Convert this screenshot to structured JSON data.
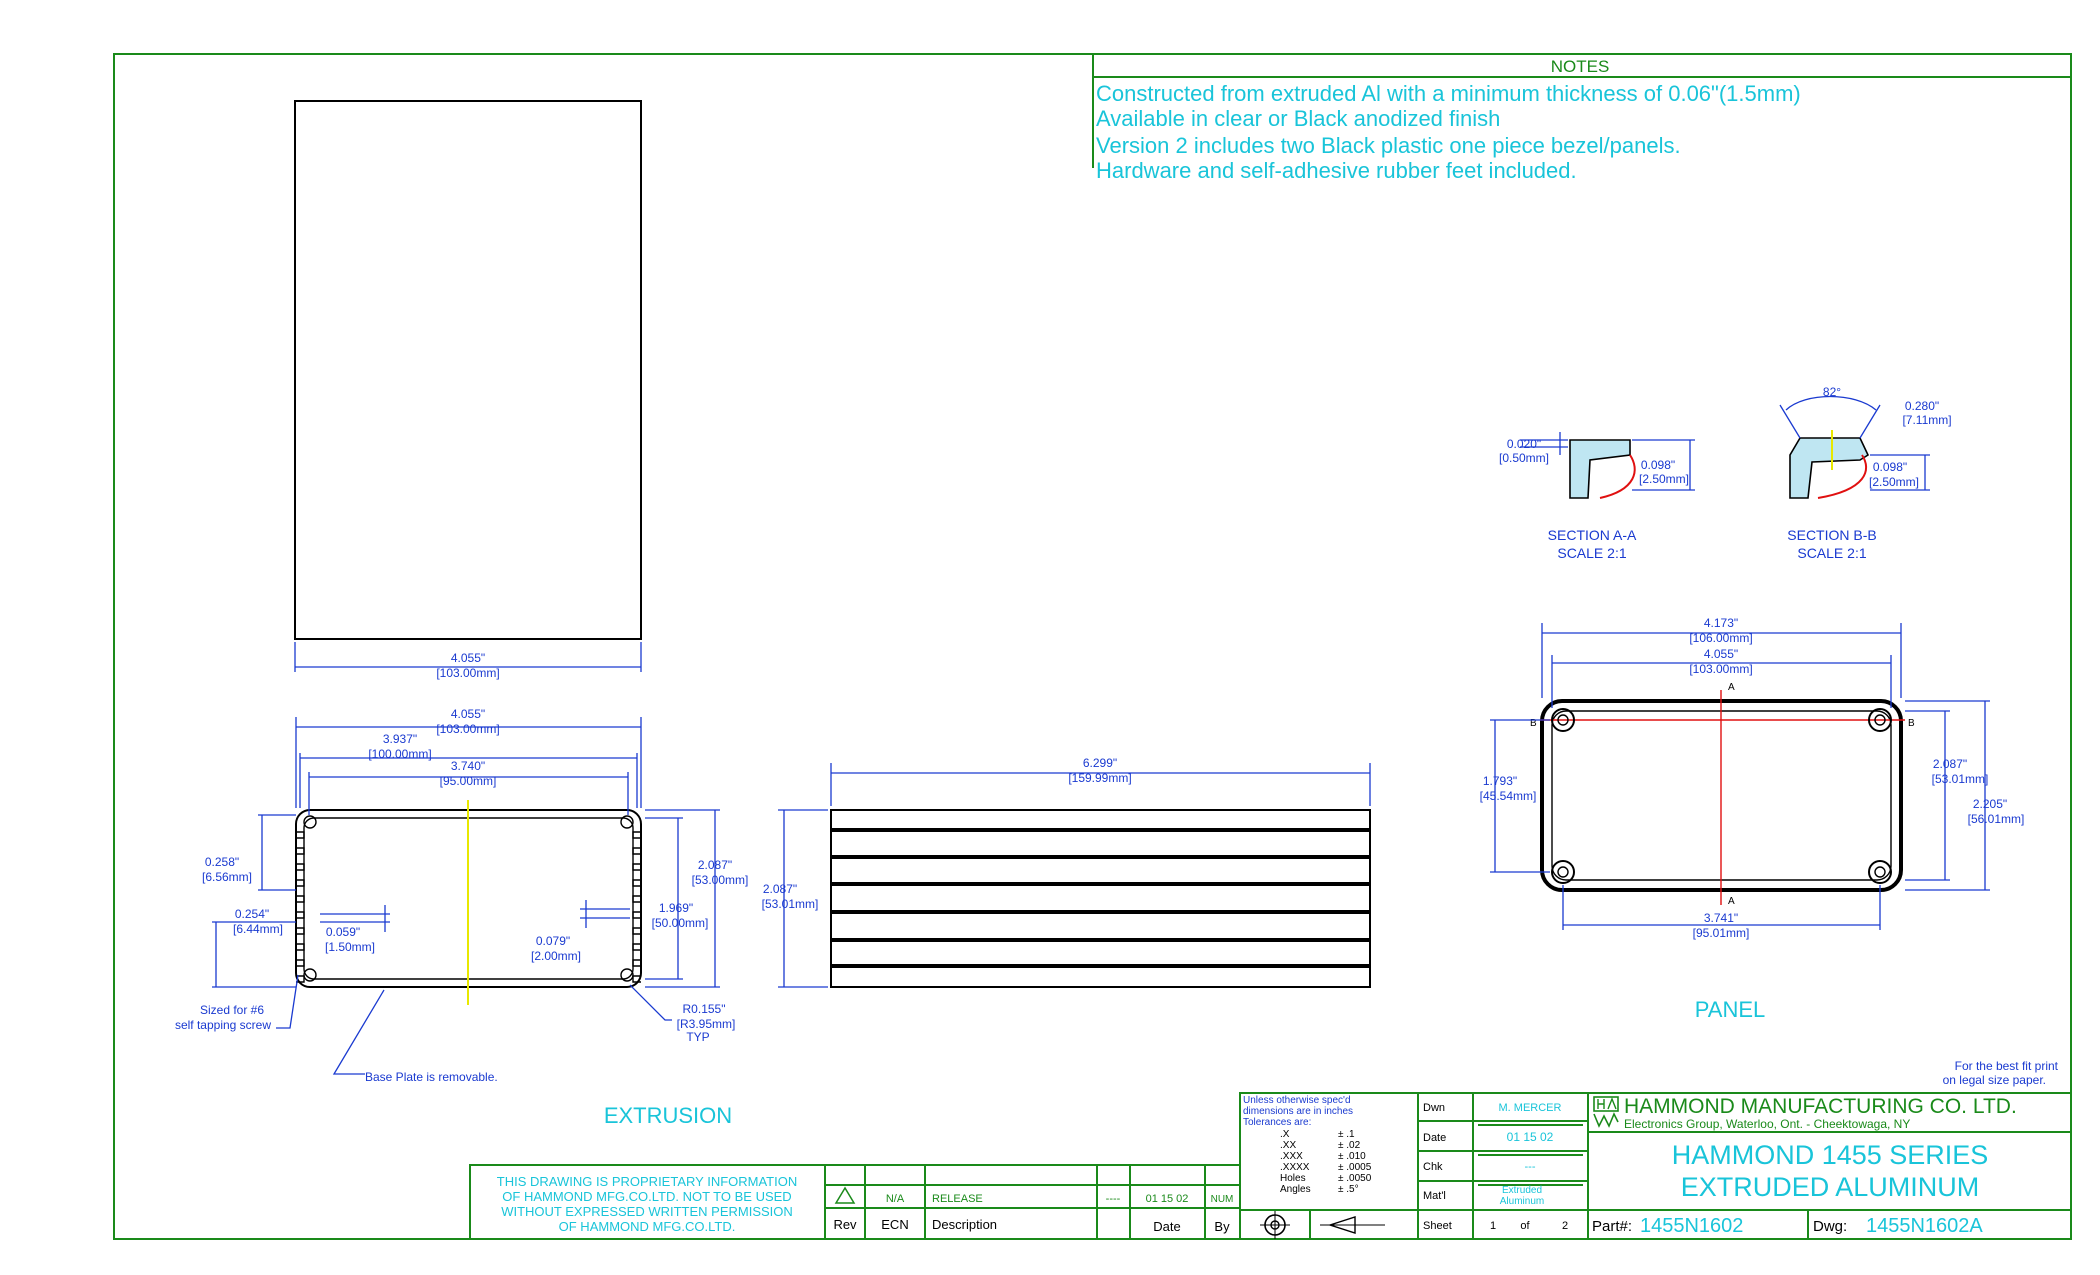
{
  "notes": {
    "title": "NOTES",
    "lines": [
      "Constructed from extruded Al with a minimum thickness of 0.06\"(1.5mm)",
      "Available in clear or Black anodized finish",
      "Version 2 includes two Black plastic one piece bezel/panels.",
      "Hardware and self-adhesive rubber feet included."
    ]
  },
  "top_view": {
    "dim_in": "4.055\"",
    "dim_mm": "[103.00mm]"
  },
  "extrusion": {
    "label": "EXTRUSION",
    "d1_in": "4.055\"",
    "d1_mm": "[103.00mm]",
    "d2_in": "3.937\"",
    "d2_mm": "[100.00mm]",
    "d3_in": "3.740\"",
    "d3_mm": "[95.00mm]",
    "h1_in": "2.087\"",
    "h1_mm": "[53.00mm]",
    "h2_in": "1.969\"",
    "h2_mm": "[50.00mm]",
    "a_in": "0.258\"",
    "a_mm": "[6.56mm]",
    "b_in": "0.254\"",
    "b_mm": "[6.44mm]",
    "c_in": "0.059\"",
    "c_mm": "[1.50mm]",
    "e_in": "0.079\"",
    "e_mm": "[2.00mm]",
    "r_in": "R0.155\"",
    "r_mm": "[R3.95mm]",
    "r_typ": "TYP",
    "screw_1": "Sized for #6",
    "screw_2": "self tapping screw",
    "base_note": "Base Plate is removable."
  },
  "side_view": {
    "w_in": "6.299\"",
    "w_mm": "[159.99mm]",
    "h_in": "2.087\"",
    "h_mm": "[53.01mm]"
  },
  "section_aa": {
    "label": "SECTION A-A",
    "scale": "SCALE 2:1",
    "d1_in": "0.020\"",
    "d1_mm": "[0.50mm]",
    "d2_in": "0.098\"",
    "d2_mm": "[2.50mm]"
  },
  "section_bb": {
    "label": "SECTION B-B",
    "scale": "SCALE 2:1",
    "angle": "82°",
    "d1_in": "0.280\"",
    "d1_mm": "[7.11mm]",
    "d2_in": "0.098\"",
    "d2_mm": "[2.50mm]"
  },
  "panel": {
    "label": "PANEL",
    "w1_in": "4.173\"",
    "w1_mm": "[106.00mm]",
    "w2_in": "4.055\"",
    "w2_mm": "[103.00mm]",
    "w3_in": "3.741\"",
    "w3_mm": "[95.01mm]",
    "h1_in": "1.793\"",
    "h1_mm": "[45.54mm]",
    "h2_in": "2.087\"",
    "h2_mm": "[53.01mm]",
    "h3_in": "2.205\"",
    "h3_mm": "[56.01mm]",
    "mark_a": "A",
    "mark_b": "B"
  },
  "print_note": {
    "line1": "For the best fit print",
    "line2": "on legal size paper."
  },
  "proprietary": [
    "THIS DRAWING IS PROPRIETARY INFORMATION",
    "OF HAMMOND MFG.CO.LTD. NOT TO BE USED",
    "WITHOUT EXPRESSED WRITTEN PERMISSION",
    "OF HAMMOND MFG.CO.LTD."
  ],
  "revision": {
    "rev_label": "Rev",
    "ecn_label": "ECN",
    "desc_label": "Description",
    "date_label": "Date",
    "by_label": "By",
    "row_ecn": "N/A",
    "row_desc": "RELEASE",
    "row_dash": "----",
    "row_date": "01 15 02",
    "row_by": "NUM"
  },
  "tolerances": {
    "header": [
      "Unless otherwise spec'd",
      "dimensions are in inches",
      "Tolerances are:"
    ],
    "rows": [
      {
        "k": ".X",
        "v": "± .1"
      },
      {
        "k": ".XX",
        "v": "± .02"
      },
      {
        "k": ".XXX",
        "v": "± .010"
      },
      {
        "k": ".XXXX",
        "v": "± .0005"
      },
      {
        "k": "Holes",
        "v": "± .0050"
      },
      {
        "k": "Angles",
        "v": "± .5°"
      }
    ]
  },
  "title_block": {
    "dwn_label": "Dwn",
    "dwn_value": "M. MERCER",
    "date_label": "Date",
    "date_value": "01 15 02",
    "chk_label": "Chk",
    "chk_value": "---",
    "matl_label": "Mat'l",
    "matl_value_1": "Extruded",
    "matl_value_2": "Aluminum",
    "sheet_label": "Sheet",
    "sheet_num": "1",
    "sheet_of": "of",
    "sheet_total": "2",
    "company": "HAMMOND MANUFACTURING CO. LTD.",
    "company_sub": "Electronics Group, Waterloo, Ont. - Cheektowaga, NY",
    "series_1": "HAMMOND 1455 SERIES",
    "series_2": "EXTRUDED ALUMINUM",
    "part_label": "Part#:",
    "part_value": "1455N1602",
    "dwg_label": "Dwg:",
    "dwg_value": "1455N1602A"
  }
}
